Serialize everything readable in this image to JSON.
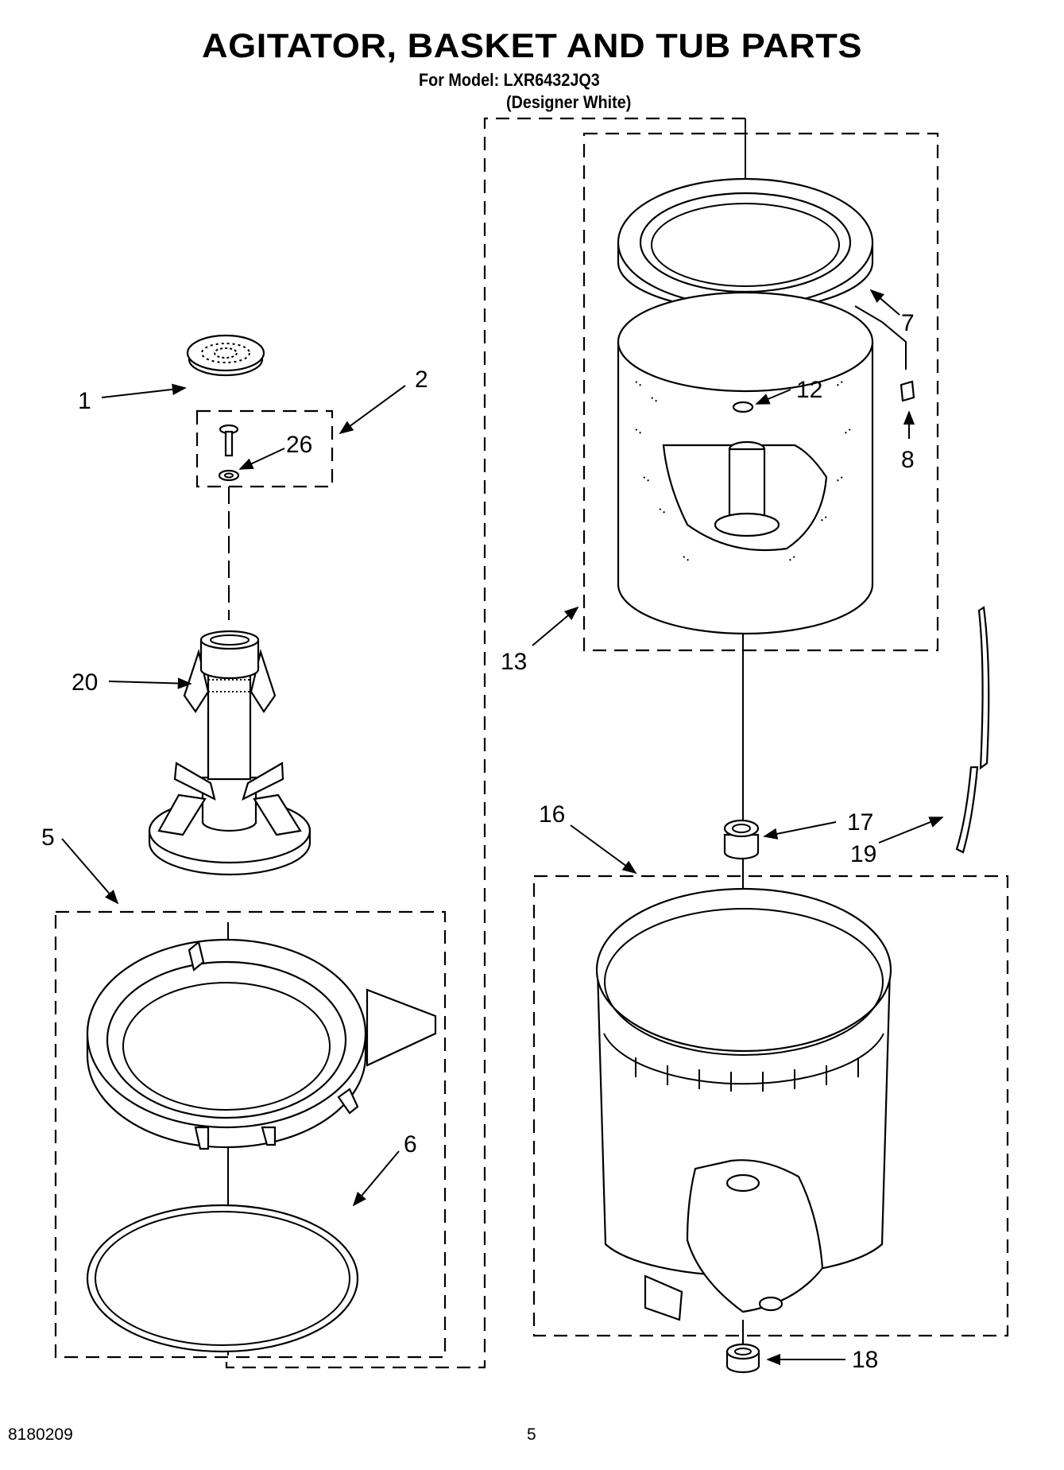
{
  "header": {
    "title": "AGITATOR, BASKET AND TUB PARTS",
    "model_line": "For Model: LXR6432JQ3",
    "color_line": "(Designer White)"
  },
  "callouts": {
    "c1": "1",
    "c2": "2",
    "c5": "5",
    "c6": "6",
    "c7": "7",
    "c8": "8",
    "c12": "12",
    "c13": "13",
    "c16": "16",
    "c17": "17",
    "c18": "18",
    "c19": "19",
    "c20": "20",
    "c26": "26"
  },
  "footer": {
    "doc_number": "8180209",
    "page_number": "5"
  }
}
